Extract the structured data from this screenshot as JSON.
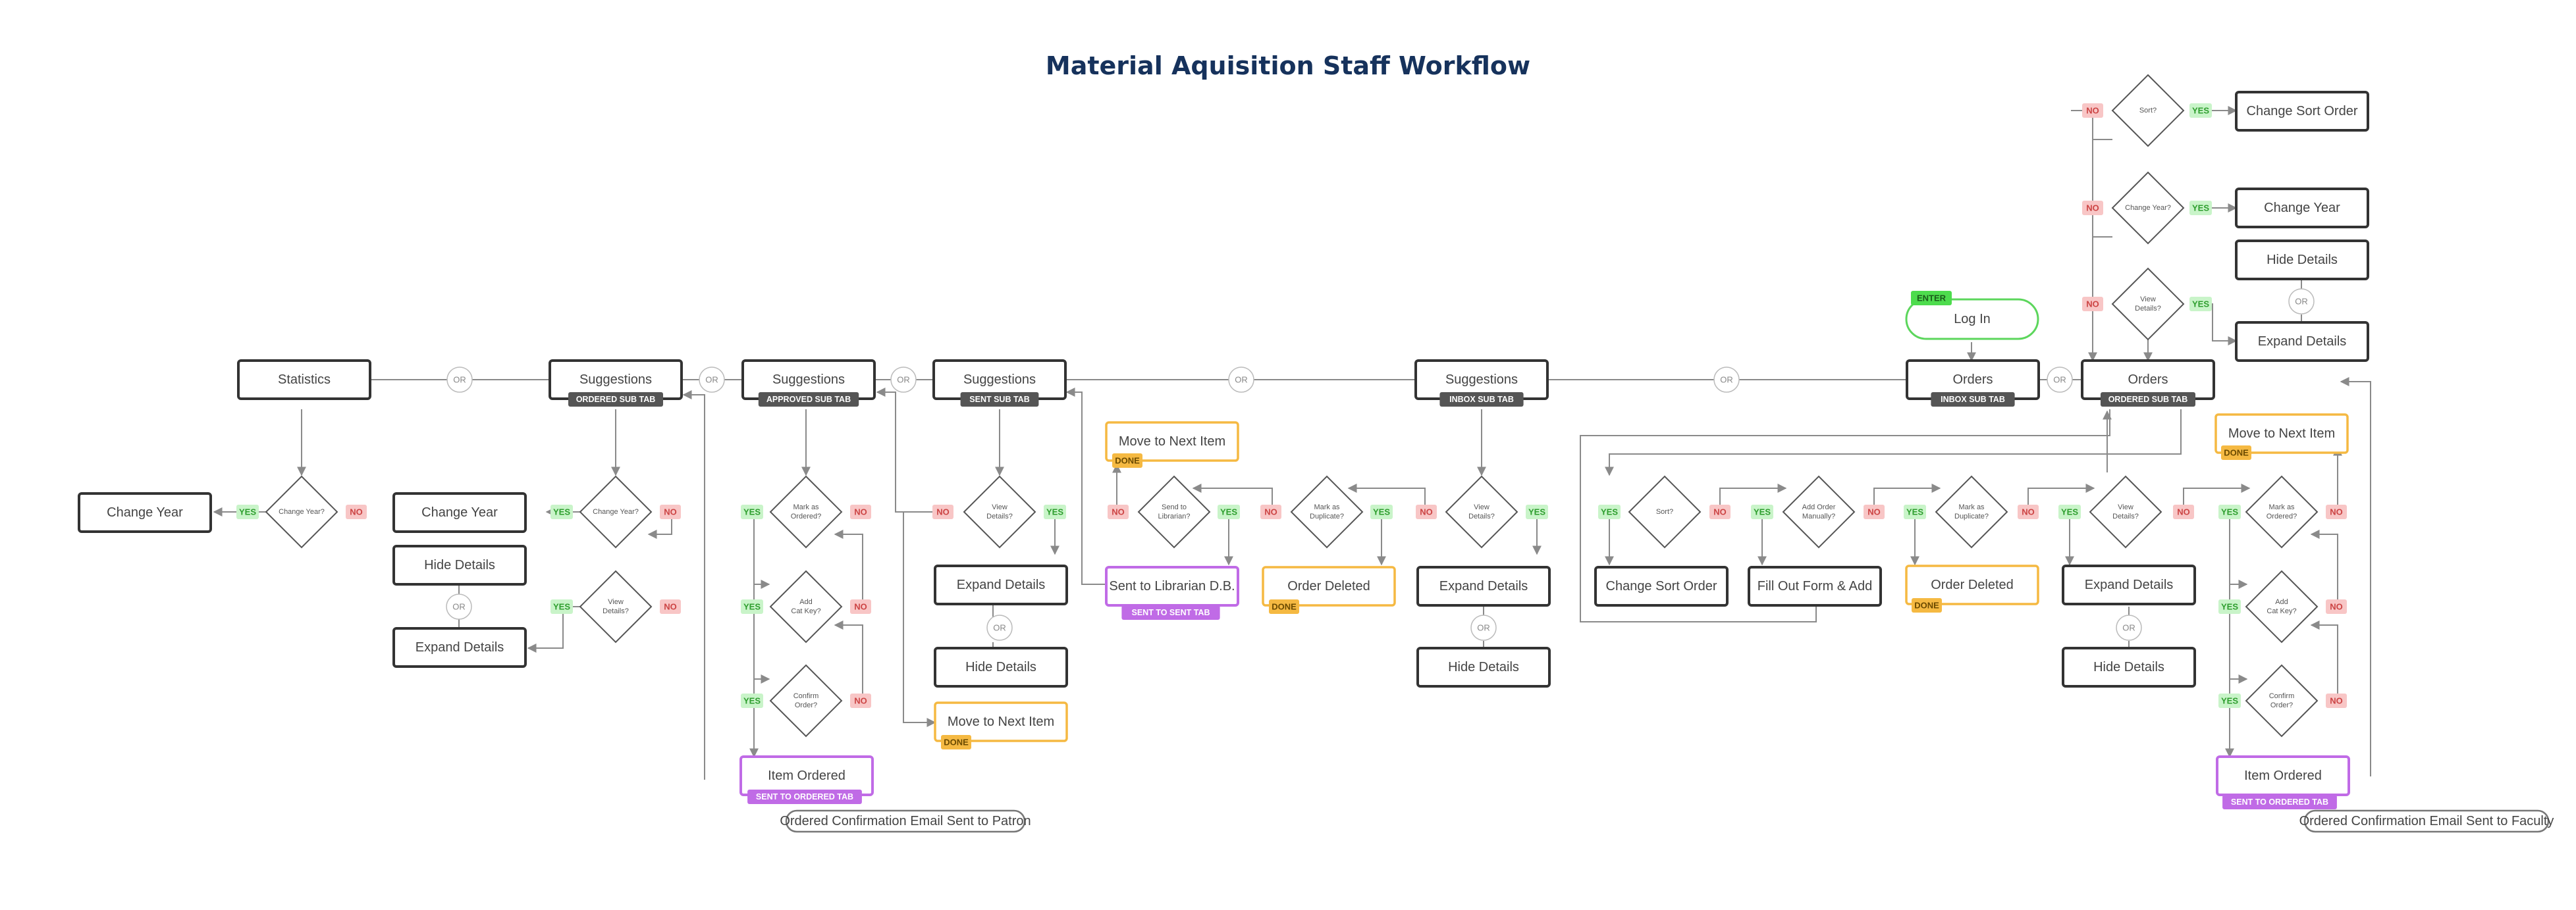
{
  "title": "Material Aquisition Staff Workflow",
  "colors": {
    "title": "#16325c",
    "yes_bg": "#c9f4c9",
    "yes_text": "#2e9e2e",
    "no_bg": "#f8c6c6",
    "no_text": "#cc4444",
    "done_bg": "#f5b942",
    "sub_tab_bg": "#555555",
    "purple": "#c06be6",
    "enter_bg": "#4ddc4d"
  },
  "labels": {
    "yes": "YES",
    "no": "NO",
    "or": "OR",
    "done": "DONE",
    "enter": "ENTER"
  },
  "boxes": {
    "statistics": "Statistics",
    "sugg_ordered": "Suggestions",
    "sugg_approved": "Suggestions",
    "sugg_sent": "Suggestions",
    "sugg_inbox": "Suggestions",
    "orders_inbox": "Orders",
    "orders_ordered": "Orders",
    "log_in": "Log In",
    "change_year_1": "Change Year",
    "change_year_2": "Change Year",
    "change_year_3": "Change Year",
    "hide_details_1": "Hide Details",
    "expand_details_1": "Expand Details",
    "item_ordered_1": "Item Ordered",
    "item_ordered_2": "Item Ordered",
    "expand_details_2": "Expand Details",
    "hide_details_2": "Hide Details",
    "move_next_1": "Move to Next Item",
    "move_next_2": "Move to Next Item",
    "move_next_3": "Move to Next Item",
    "sent_librarian": "Sent to Librarian D.B.",
    "order_deleted_1": "Order Deleted",
    "order_deleted_2": "Order Deleted",
    "expand_details_3": "Expand Details",
    "hide_details_3": "Hide Details",
    "change_sort_1": "Change Sort Order",
    "fill_out": "Fill Out Form & Add",
    "expand_details_4": "Expand Details",
    "hide_details_4": "Hide Details",
    "change_sort_2": "Change Sort Order",
    "hide_details_5": "Hide Details",
    "expand_details_5": "Expand Details"
  },
  "sub_tabs": {
    "ordered": "ORDERED SUB TAB",
    "approved": "APPROVED SUB TAB",
    "sent": "SENT SUB TAB",
    "inbox": "INBOX SUB TAB",
    "orders_inbox": "INBOX SUB TAB",
    "orders_ordered": "ORDERED SUB TAB"
  },
  "purple_tags": {
    "ordered_1": "SENT TO ORDERED TAB",
    "ordered_2": "SENT TO ORDERED TAB",
    "sent": "SENT TO SENT TAB"
  },
  "diamonds": {
    "change_year_1": [
      "Change Year?"
    ],
    "change_year_2": [
      "Change Year?"
    ],
    "view_details_1": [
      "View",
      "Details?"
    ],
    "mark_ordered_1": [
      "Mark as",
      "Ordered?"
    ],
    "add_cat_key_1": [
      "Add",
      "Cat Key?"
    ],
    "confirm_order_1": [
      "Confirm",
      "Order?"
    ],
    "view_details_2": [
      "View",
      "Details?"
    ],
    "send_librarian": [
      "Send to",
      "Librarian?"
    ],
    "mark_dup_1": [
      "Mark as",
      "Duplicate?"
    ],
    "view_details_3": [
      "View",
      "Details?"
    ],
    "sort_1": [
      "Sort?"
    ],
    "add_order_manually": [
      "Add Order",
      "Manually?"
    ],
    "mark_dup_2": [
      "Mark as",
      "Duplicate?"
    ],
    "view_details_4": [
      "View",
      "Details?"
    ],
    "mark_ordered_2": [
      "Mark as",
      "Ordered?"
    ],
    "add_cat_key_2": [
      "Add",
      "Cat Key?"
    ],
    "confirm_order_2": [
      "Confirm",
      "Order?"
    ],
    "sort_2": [
      "Sort?"
    ],
    "change_year_3": [
      "Change Year?"
    ],
    "view_details_5": [
      "View",
      "Details?"
    ]
  },
  "notes": {
    "patron": "Ordered Confirmation Email Sent to Patron",
    "faculty": "Ordered Confirmation Email Sent to Faculty"
  }
}
